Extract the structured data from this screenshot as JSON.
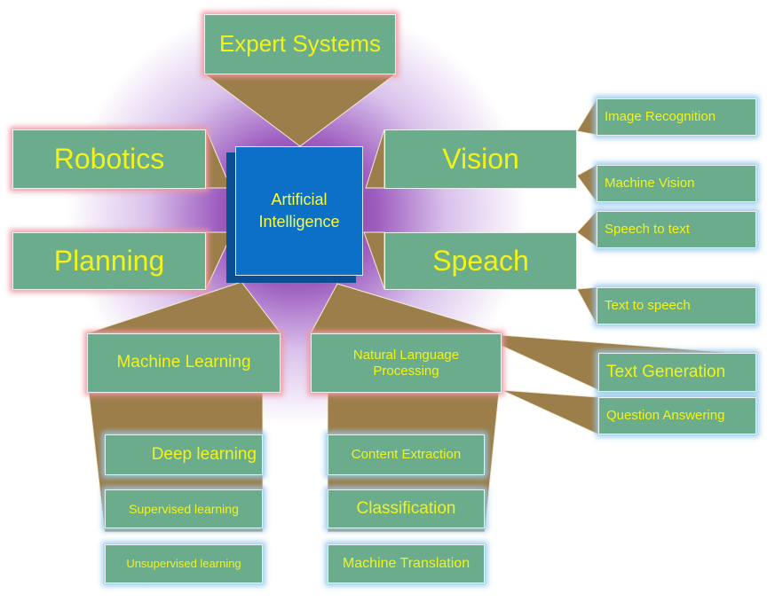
{
  "center": {
    "label_line1": "Artificial",
    "label_line2": "Intelligence"
  },
  "expert_systems": "Expert Systems",
  "robotics": "Robotics",
  "planning": "Planning",
  "vision": {
    "label": "Vision",
    "children": [
      "Image Recognition",
      "Machine Vision"
    ]
  },
  "speech": {
    "label": "Speach",
    "children": [
      "Speech to text",
      "Text to speech"
    ]
  },
  "machine_learning": {
    "label": "Machine Learning",
    "children": [
      "Deep learning",
      "Supervised learning",
      "Unsupervised learning"
    ]
  },
  "nlp": {
    "label_line1": "Natural Language",
    "label_line2": "Processing",
    "children": [
      "Content Extraction",
      "Classification",
      "Machine Translation"
    ],
    "side_children": [
      "Text Generation",
      "Question Answering"
    ]
  },
  "colors": {
    "box_fill": "#6aac8c",
    "connector_fill": "#9c7e4a",
    "center_fill": "#0c70c8",
    "text": "#f3f31a",
    "glow": "#7a2ea8"
  }
}
